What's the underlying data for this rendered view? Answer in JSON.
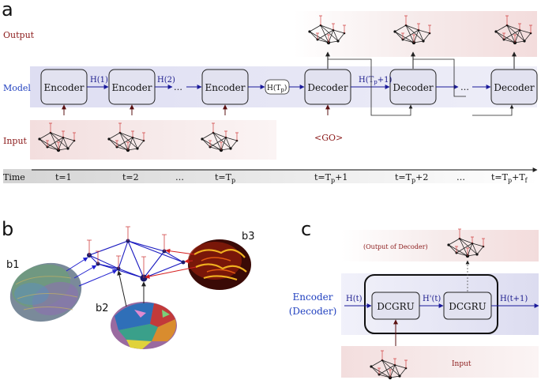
{
  "panels": {
    "a": "a",
    "b": "b",
    "c": "c"
  },
  "panel_a": {
    "row_labels": {
      "output": "Output",
      "model": "Model",
      "input": "Input",
      "time": "Time"
    },
    "encoder_label": "Encoder",
    "decoder_label": "Decoder",
    "hidden_labels": [
      "H(1)",
      "H(2)",
      "H(T",
      "H(T"
    ],
    "hidden_suffixes": [
      "",
      "",
      "p",
      "p"
    ],
    "hidden_tails": [
      "",
      "",
      ")",
      "+1)"
    ],
    "ellipsis": "…",
    "go_token": "<GO>",
    "time_labels": [
      "t=1",
      "t=2",
      "…",
      "t=T",
      "t=T",
      "t=T",
      "…",
      "t=T"
    ],
    "time_subs": [
      "",
      "",
      "",
      "p",
      "p",
      "p",
      "",
      "p"
    ],
    "time_tails": [
      "",
      "",
      "",
      "",
      "+1",
      "+2",
      "",
      "+T"
    ],
    "time_tail_sub": "f"
  },
  "panel_b": {
    "labels": [
      "b1",
      "b2",
      "b3"
    ]
  },
  "panel_c": {
    "side_label_1": "Encoder",
    "side_label_2": "(Decoder)",
    "output_label": "(Output of Decoder)",
    "input_label": "Input",
    "cell_label": "DCGRU",
    "h_in": "H(t)",
    "h_mid": "H'(t)",
    "h_out": "H(t+1)"
  },
  "colors": {
    "box_fill": "#e4e4f2",
    "band_model": "#e6e6f5",
    "band_io": "#f4e4e4",
    "arrow_blue": "#1a1a9a",
    "arrow_dark": "#5a1010",
    "label_red": "#8b1a1a",
    "label_blue": "#1f3fbf"
  }
}
